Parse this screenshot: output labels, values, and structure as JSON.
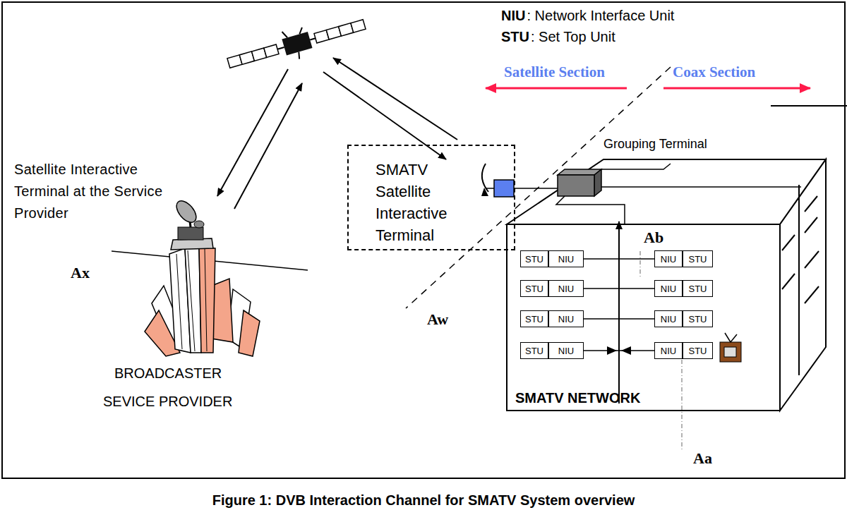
{
  "diagram": {
    "caption": "Figure 1: DVB Interaction Channel for SMATV System overview",
    "nodes": [
      {
        "text": [
          "SMATV Satellite Interactive Terminal"
        ]
      },
      {
        "text": [
          "SMATV NETWORK"
        ]
      },
      {
        "text": [
          "STU"
        ],
        "in": 1
      },
      {
        "text": [
          "NIU"
        ],
        "in": 1
      },
      {
        "text": [
          "NIU"
        ],
        "in": 1
      },
      {
        "text": [
          "STU"
        ],
        "in": 1
      },
      {
        "text": [
          "STU"
        ],
        "in": 1
      },
      {
        "text": [
          "NIU"
        ],
        "in": 1
      },
      {
        "text": [
          "NIU"
        ],
        "in": 1
      },
      {
        "text": [
          "STU"
        ],
        "in": 1
      },
      {
        "text": [
          "STU"
        ],
        "in": 1
      },
      {
        "text": [
          "NIU"
        ],
        "in": 1
      },
      {
        "text": [
          "NIU"
        ],
        "in": 1
      },
      {
        "text": [
          "STU"
        ],
        "in": 1
      },
      {
        "text": [
          "STU"
        ],
        "in": 1
      },
      {
        "text": [
          "NIU"
        ],
        "in": 1
      },
      {
        "text": [
          "NIU"
        ],
        "in": 1
      },
      {
        "text": [
          "STU"
        ],
        "in": 1
      }
    ],
    "edges": [
      {
        "from": 3,
        "to": 4,
        "arrow": "none"
      },
      {
        "from": 7,
        "to": 8,
        "arrow": "none"
      },
      {
        "from": 11,
        "to": 12,
        "arrow": "none"
      },
      {
        "from": 15,
        "to": 16,
        "arrow": "none"
      }
    ],
    "labels": [
      "NIU",
      ": Network Interface Unit",
      "STU",
      ": Set Top Unit",
      "Satellite Section",
      "Coax Section",
      "Grouping Terminal",
      "Satellite Interactive Terminal at the Service Provider",
      "Ax",
      "Aw",
      "Ab",
      "Aa",
      "BROADCASTER",
      "SEVICE PROVIDER"
    ]
  }
}
